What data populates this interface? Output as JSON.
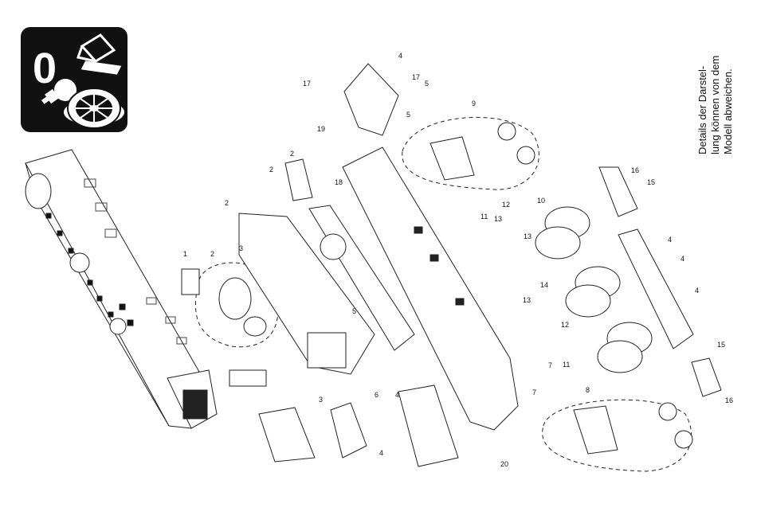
{
  "note": {
    "lines": [
      "Details der Darstel-",
      "lung können von dem",
      "Modell abweichen."
    ]
  },
  "icon_box": {
    "symbol": "0",
    "background": "#111111"
  },
  "callouts": [
    "1",
    "2",
    "2",
    "2",
    "2",
    "3",
    "3",
    "4",
    "4",
    "4",
    "4",
    "4",
    "4",
    "5",
    "5",
    "5",
    "6",
    "7",
    "7",
    "8",
    "9",
    "10",
    "11",
    "11",
    "12",
    "12",
    "13",
    "13",
    "13",
    "14",
    "15",
    "15",
    "16",
    "16",
    "17",
    "17",
    "18",
    "19",
    "20"
  ]
}
